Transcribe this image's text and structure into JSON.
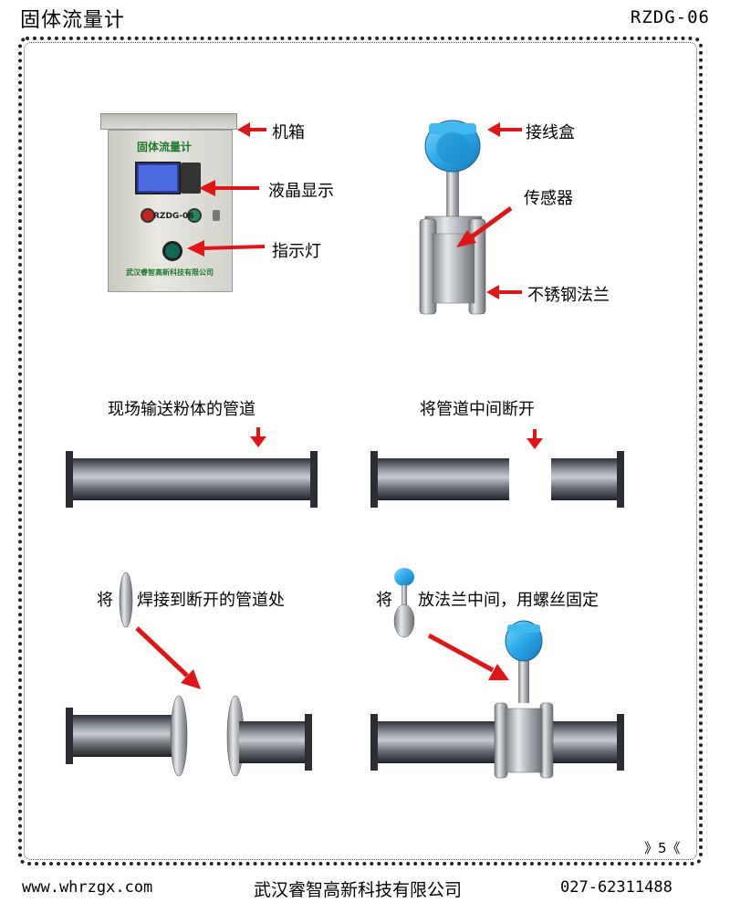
{
  "header": {
    "title": "固体流量计",
    "code": "RZDG-06"
  },
  "cabinet": {
    "title": "固体流量计",
    "model": "RZDG-06",
    "company": "武汉睿智高新科技有限公司"
  },
  "labels": {
    "cabinet": "机箱",
    "lcd": "液晶显示",
    "indicator": "指示灯",
    "junction_box": "接线盒",
    "sensor": "传感器",
    "flange": "不锈钢法兰"
  },
  "steps": {
    "step1": "现场输送粉体的管道",
    "step2": "将管道中间断开",
    "step3_pre": "将",
    "step3_post": "焊接到断开的管道处",
    "step4_pre": "将",
    "step4_post": "放法兰中间，用螺丝固定"
  },
  "page_number": "》5《",
  "footer": {
    "website": "www.whrzgx.com",
    "company": "武汉睿智高新科技有限公司",
    "phone": "027-62311488"
  },
  "colors": {
    "arrow": "#e01515",
    "transmitter": "#2aa9e8",
    "pipe": "#5b6068"
  }
}
